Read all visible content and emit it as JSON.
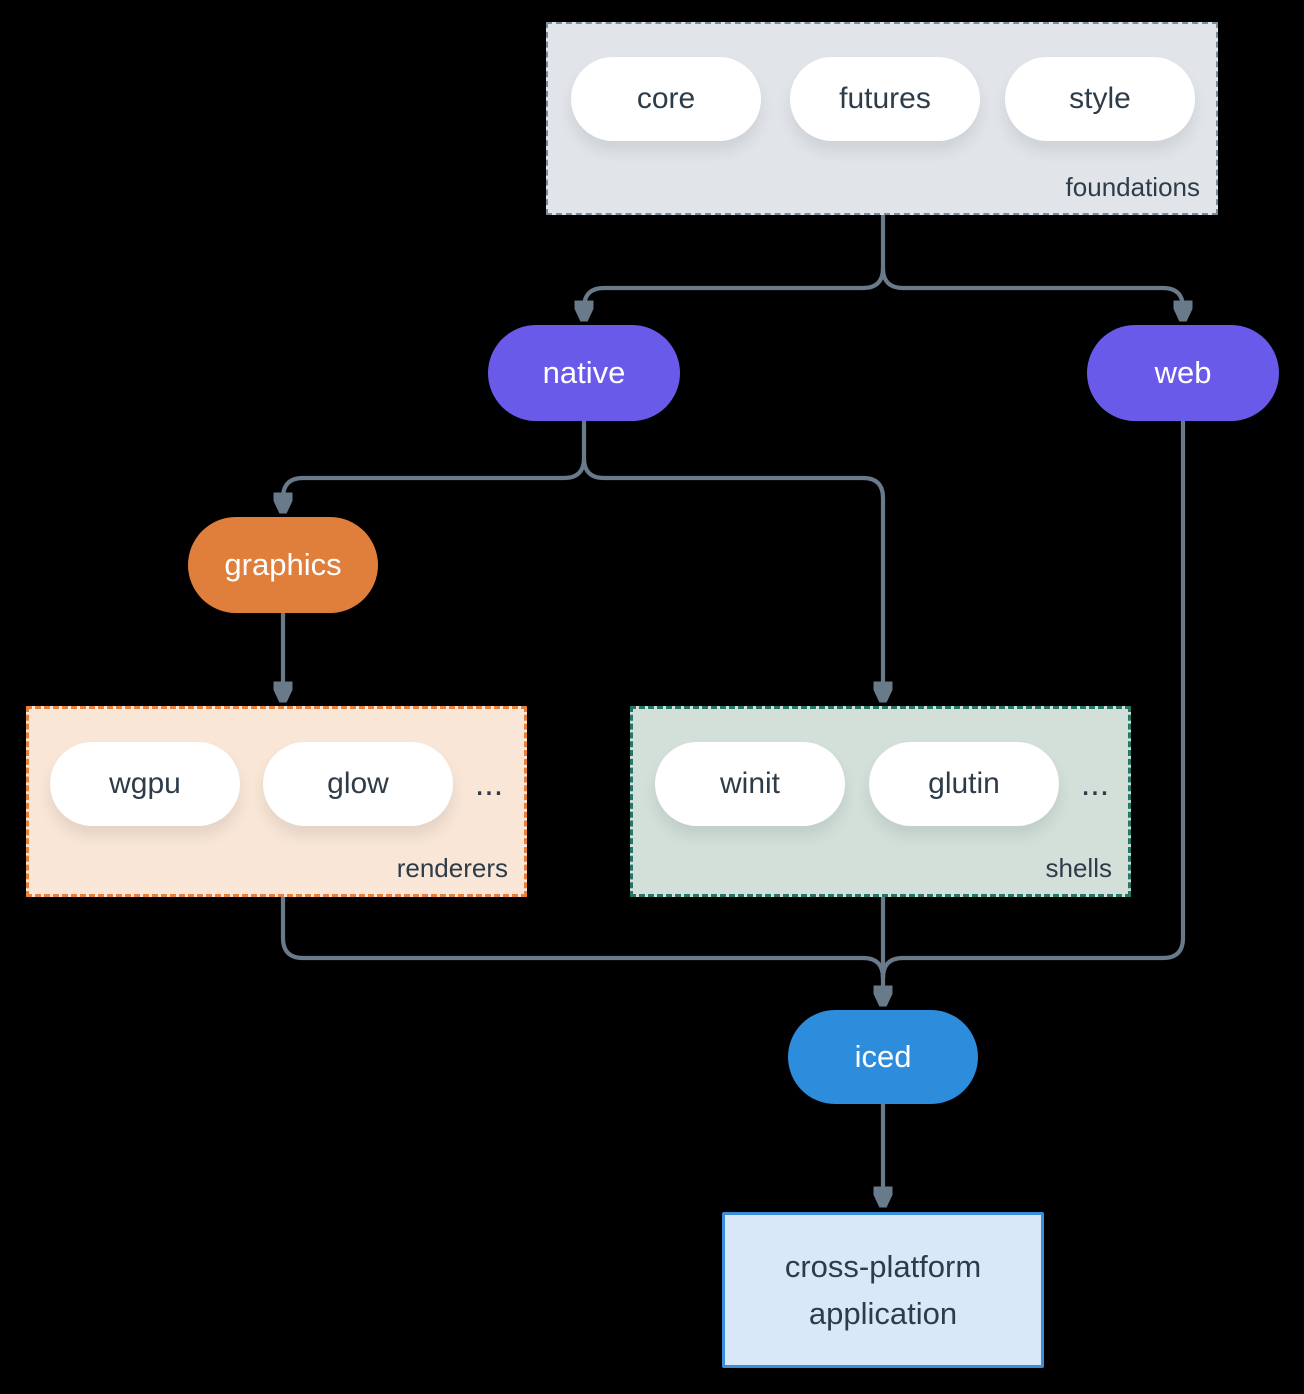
{
  "palette": {
    "background": "#000000",
    "connector": "#697a8b",
    "foundations_fill": "#e1e5e9",
    "foundations_border": "#7b8c9d",
    "renderers_fill": "#f9e6d6",
    "renderers_border": "#e8823b",
    "shells_fill": "#d2e0d9",
    "shells_border": "#267566",
    "purple_node": "#6a5ae9",
    "orange_node": "#e07f3c",
    "blue_node": "#2e8cdc",
    "app_fill": "#d8e8f9",
    "app_border": "#3a8ed8",
    "dark_text": "#2e3c49",
    "light_text": "#ffffff"
  },
  "foundations": {
    "label": "foundations",
    "pills": [
      "core",
      "futures",
      "style"
    ]
  },
  "renderers": {
    "label": "renderers",
    "pills": [
      "wgpu",
      "glow"
    ],
    "more": "..."
  },
  "shells": {
    "label": "shells",
    "pills": [
      "winit",
      "glutin"
    ],
    "more": "..."
  },
  "nodes": {
    "native": "native",
    "web": "web",
    "graphics": "graphics",
    "iced": "iced"
  },
  "application": {
    "line1": "cross-platform",
    "line2": "application"
  },
  "edges": [
    {
      "from": "foundations",
      "to": "native"
    },
    {
      "from": "foundations",
      "to": "web"
    },
    {
      "from": "native",
      "to": "graphics"
    },
    {
      "from": "native",
      "to": "shells"
    },
    {
      "from": "graphics",
      "to": "renderers"
    },
    {
      "from": "renderers",
      "to": "iced"
    },
    {
      "from": "shells",
      "to": "iced"
    },
    {
      "from": "web",
      "to": "iced"
    },
    {
      "from": "iced",
      "to": "cross-platform application"
    }
  ]
}
